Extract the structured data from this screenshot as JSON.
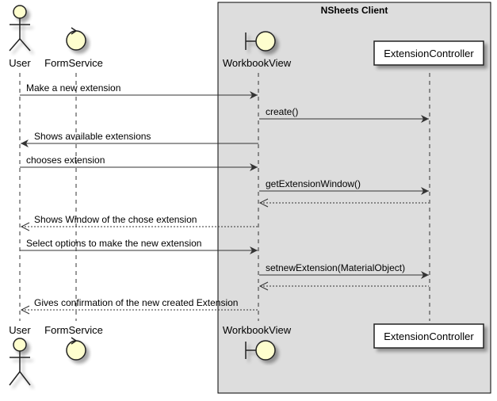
{
  "box": {
    "title": "NSheets Client"
  },
  "participants": {
    "user": "User",
    "formservice": "FormService",
    "workbookview": "WorkbookView",
    "extensioncontroller": "ExtensionController"
  },
  "messages": [
    {
      "label": "Make a new extension"
    },
    {
      "label": "create()"
    },
    {
      "label": "Shows available extensions"
    },
    {
      "label": "chooses extension"
    },
    {
      "label": "getExtensionWindow()"
    },
    {
      "label": ""
    },
    {
      "label": "Shows Window of the chose extension"
    },
    {
      "label": "Select options to make the new extension"
    },
    {
      "label": "setnewExtension(MaterialObject)"
    },
    {
      "label": ""
    },
    {
      "label": "Gives confirmation of the new created Extension"
    }
  ]
}
